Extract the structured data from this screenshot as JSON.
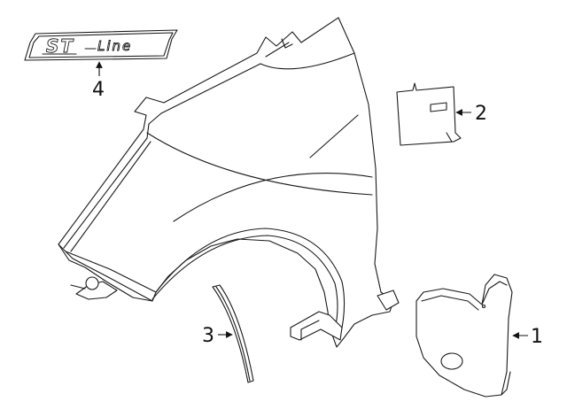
{
  "parts": [
    {
      "number": "1",
      "part": "mud-flap"
    },
    {
      "number": "2",
      "part": "insulator-pad"
    },
    {
      "number": "3",
      "part": "wheel-opening-molding"
    },
    {
      "number": "4",
      "part": "st-line-emblem"
    }
  ],
  "emblem": {
    "logo_text": "ST",
    "script_text": "Line"
  }
}
